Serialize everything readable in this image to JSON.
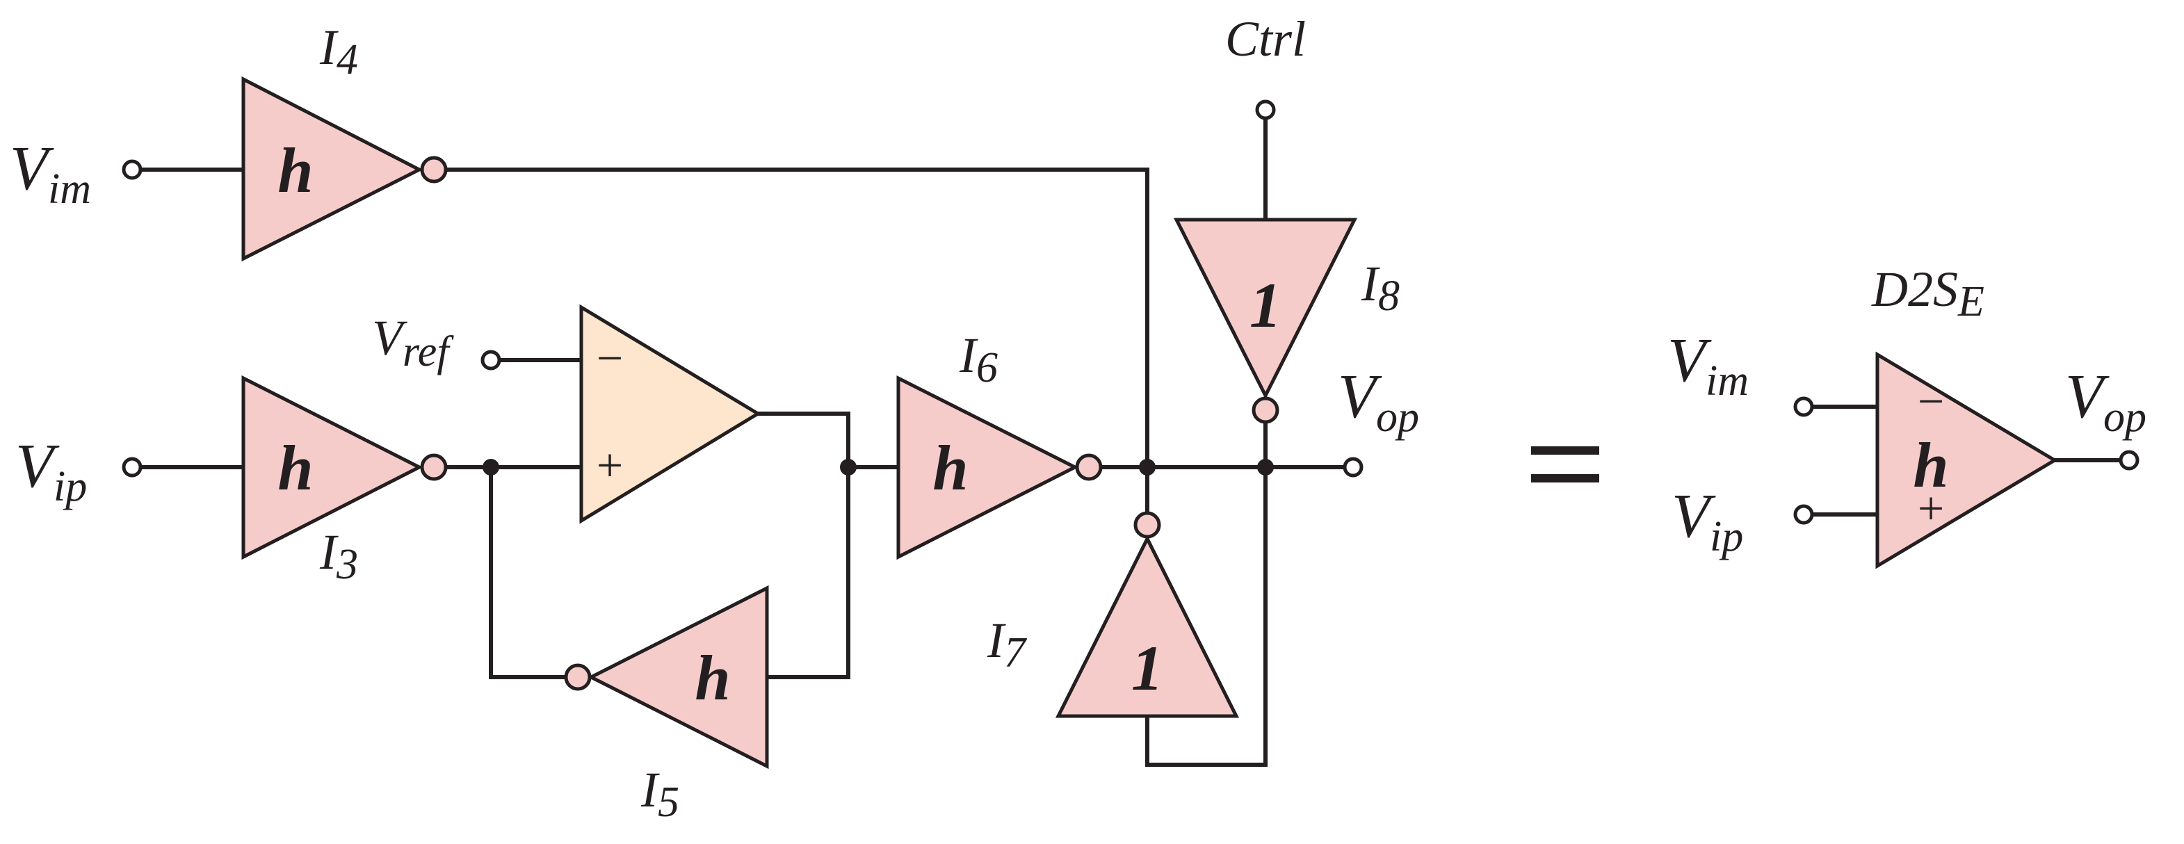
{
  "inputs": {
    "vim": {
      "base": "V",
      "sub": "im"
    },
    "vip": {
      "base": "V",
      "sub": "ip"
    },
    "vref": {
      "base": "V",
      "sub": "ref"
    },
    "ctrl": "Ctrl"
  },
  "output": {
    "base": "V",
    "sub": "op"
  },
  "gates": {
    "i4": {
      "base": "I",
      "sub": "4",
      "gain": "h"
    },
    "i3": {
      "base": "I",
      "sub": "3",
      "gain": "h"
    },
    "i5": {
      "base": "I",
      "sub": "5",
      "gain": "h"
    },
    "i6": {
      "base": "I",
      "sub": "6",
      "gain": "h"
    },
    "i7": {
      "base": "I",
      "sub": "7",
      "gain": "1"
    },
    "i8": {
      "base": "I",
      "sub": "8",
      "gain": "1"
    }
  },
  "comparator": {
    "minus": "−",
    "plus": "+"
  },
  "equivalent": {
    "title": {
      "base": "D2S",
      "sub": "E"
    },
    "vim": {
      "base": "V",
      "sub": "im"
    },
    "vip": {
      "base": "V",
      "sub": "ip"
    },
    "vop": {
      "base": "V",
      "sub": "op"
    },
    "gain": "h",
    "minus": "−",
    "plus": "+"
  },
  "colors": {
    "gate_fill": "#f6cccb",
    "comparator_fill": "#fde6cd",
    "stroke": "#231f20"
  }
}
